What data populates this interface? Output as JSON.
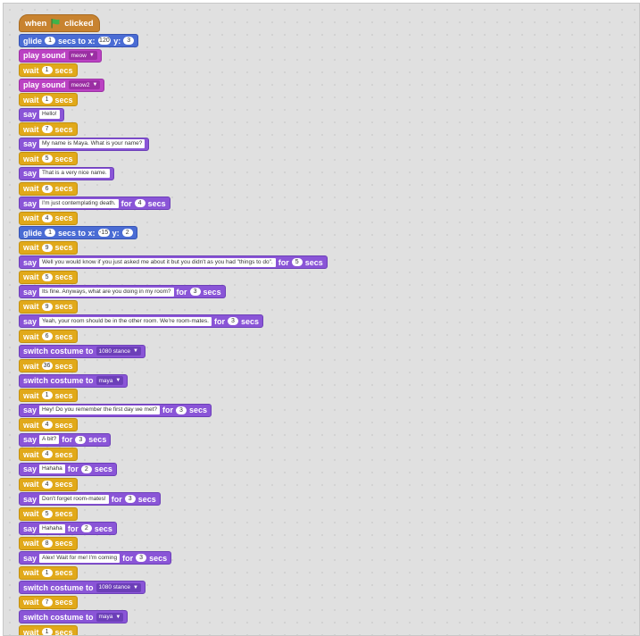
{
  "hat": {
    "label_when": "when",
    "label_clicked": "clicked"
  },
  "blocks": [
    {
      "type": "motion-glide",
      "parts": [
        {
          "k": "l",
          "v": "glide"
        },
        {
          "k": "n",
          "v": "1"
        },
        {
          "k": "l",
          "v": "secs to x:"
        },
        {
          "k": "n",
          "v": "120"
        },
        {
          "k": "l",
          "v": "y:"
        },
        {
          "k": "n",
          "v": "3"
        }
      ]
    },
    {
      "type": "sound-play",
      "parts": [
        {
          "k": "l",
          "v": "play sound"
        },
        {
          "k": "d",
          "v": "meow"
        }
      ]
    },
    {
      "type": "control-wait",
      "parts": [
        {
          "k": "l",
          "v": "wait"
        },
        {
          "k": "n",
          "v": "1"
        },
        {
          "k": "l",
          "v": "secs"
        }
      ]
    },
    {
      "type": "sound-play",
      "parts": [
        {
          "k": "l",
          "v": "play sound"
        },
        {
          "k": "d",
          "v": "meow2"
        }
      ]
    },
    {
      "type": "control-wait",
      "parts": [
        {
          "k": "l",
          "v": "wait"
        },
        {
          "k": "n",
          "v": "1"
        },
        {
          "k": "l",
          "v": "secs"
        }
      ]
    },
    {
      "type": "looks-say",
      "parts": [
        {
          "k": "l",
          "v": "say"
        },
        {
          "k": "t",
          "v": "Hello!"
        }
      ]
    },
    {
      "type": "control-wait",
      "parts": [
        {
          "k": "l",
          "v": "wait"
        },
        {
          "k": "n",
          "v": "7"
        },
        {
          "k": "l",
          "v": "secs"
        }
      ]
    },
    {
      "type": "looks-say",
      "parts": [
        {
          "k": "l",
          "v": "say"
        },
        {
          "k": "t",
          "v": "My name is Maya. What is your name?"
        }
      ]
    },
    {
      "type": "control-wait",
      "parts": [
        {
          "k": "l",
          "v": "wait"
        },
        {
          "k": "n",
          "v": "5"
        },
        {
          "k": "l",
          "v": "secs"
        }
      ]
    },
    {
      "type": "looks-say",
      "parts": [
        {
          "k": "l",
          "v": "say"
        },
        {
          "k": "t",
          "v": "That is a very nice name."
        }
      ]
    },
    {
      "type": "control-wait",
      "parts": [
        {
          "k": "l",
          "v": "wait"
        },
        {
          "k": "n",
          "v": "6"
        },
        {
          "k": "l",
          "v": "secs"
        }
      ]
    },
    {
      "type": "looks-say-for",
      "parts": [
        {
          "k": "l",
          "v": "say"
        },
        {
          "k": "t",
          "v": "I'm just contemplating death."
        },
        {
          "k": "l",
          "v": "for"
        },
        {
          "k": "n",
          "v": "4"
        },
        {
          "k": "l",
          "v": "secs"
        }
      ]
    },
    {
      "type": "control-wait",
      "parts": [
        {
          "k": "l",
          "v": "wait"
        },
        {
          "k": "n",
          "v": "4"
        },
        {
          "k": "l",
          "v": "secs"
        }
      ]
    },
    {
      "type": "motion-glide",
      "parts": [
        {
          "k": "l",
          "v": "glide"
        },
        {
          "k": "n",
          "v": "1"
        },
        {
          "k": "l",
          "v": "secs to x:"
        },
        {
          "k": "n",
          "v": "-15"
        },
        {
          "k": "l",
          "v": "y:"
        },
        {
          "k": "n",
          "v": "2"
        }
      ]
    },
    {
      "type": "control-wait",
      "parts": [
        {
          "k": "l",
          "v": "wait"
        },
        {
          "k": "n",
          "v": "9"
        },
        {
          "k": "l",
          "v": "secs"
        }
      ]
    },
    {
      "type": "looks-say-for",
      "parts": [
        {
          "k": "l",
          "v": "say"
        },
        {
          "k": "t",
          "v": "Well you would know if you just asked me about it but you didn't as you had \"things to do\"."
        },
        {
          "k": "l",
          "v": "for"
        },
        {
          "k": "n",
          "v": "5"
        },
        {
          "k": "l",
          "v": "secs"
        }
      ]
    },
    {
      "type": "control-wait",
      "parts": [
        {
          "k": "l",
          "v": "wait"
        },
        {
          "k": "n",
          "v": "5"
        },
        {
          "k": "l",
          "v": "secs"
        }
      ]
    },
    {
      "type": "looks-say-for",
      "parts": [
        {
          "k": "l",
          "v": "say"
        },
        {
          "k": "t",
          "v": "Its fine. Anyways, what are you doing in my room?"
        },
        {
          "k": "l",
          "v": "for"
        },
        {
          "k": "n",
          "v": "3"
        },
        {
          "k": "l",
          "v": "secs"
        }
      ]
    },
    {
      "type": "control-wait",
      "parts": [
        {
          "k": "l",
          "v": "wait"
        },
        {
          "k": "n",
          "v": "9"
        },
        {
          "k": "l",
          "v": "secs"
        }
      ]
    },
    {
      "type": "looks-say-for",
      "parts": [
        {
          "k": "l",
          "v": "say"
        },
        {
          "k": "t",
          "v": "Yeah, your room should be in the other room. We're room-mates."
        },
        {
          "k": "l",
          "v": "for"
        },
        {
          "k": "n",
          "v": "3"
        },
        {
          "k": "l",
          "v": "secs"
        }
      ]
    },
    {
      "type": "control-wait",
      "parts": [
        {
          "k": "l",
          "v": "wait"
        },
        {
          "k": "n",
          "v": "6"
        },
        {
          "k": "l",
          "v": "secs"
        }
      ]
    },
    {
      "type": "looks-costume",
      "parts": [
        {
          "k": "l",
          "v": "switch costume to"
        },
        {
          "k": "d",
          "v": "1080 stance"
        }
      ]
    },
    {
      "type": "control-wait",
      "parts": [
        {
          "k": "l",
          "v": "wait"
        },
        {
          "k": "n",
          "v": "36"
        },
        {
          "k": "l",
          "v": "secs"
        }
      ]
    },
    {
      "type": "looks-costume",
      "parts": [
        {
          "k": "l",
          "v": "switch costume to"
        },
        {
          "k": "d",
          "v": "maya"
        }
      ]
    },
    {
      "type": "control-wait",
      "parts": [
        {
          "k": "l",
          "v": "wait"
        },
        {
          "k": "n",
          "v": "1"
        },
        {
          "k": "l",
          "v": "secs"
        }
      ]
    },
    {
      "type": "looks-say-for",
      "parts": [
        {
          "k": "l",
          "v": "say"
        },
        {
          "k": "t",
          "v": "Hey! Do you remember the first day we met?"
        },
        {
          "k": "l",
          "v": "for"
        },
        {
          "k": "n",
          "v": "3"
        },
        {
          "k": "l",
          "v": "secs"
        }
      ]
    },
    {
      "type": "control-wait",
      "parts": [
        {
          "k": "l",
          "v": "wait"
        },
        {
          "k": "n",
          "v": "4"
        },
        {
          "k": "l",
          "v": "secs"
        }
      ]
    },
    {
      "type": "looks-say-for",
      "parts": [
        {
          "k": "l",
          "v": "say"
        },
        {
          "k": "t",
          "v": "A bit?"
        },
        {
          "k": "l",
          "v": "for"
        },
        {
          "k": "n",
          "v": "3"
        },
        {
          "k": "l",
          "v": "secs"
        }
      ]
    },
    {
      "type": "control-wait",
      "parts": [
        {
          "k": "l",
          "v": "wait"
        },
        {
          "k": "n",
          "v": "4"
        },
        {
          "k": "l",
          "v": "secs"
        }
      ]
    },
    {
      "type": "looks-say-for",
      "parts": [
        {
          "k": "l",
          "v": "say"
        },
        {
          "k": "t",
          "v": "Hahaha"
        },
        {
          "k": "l",
          "v": "for"
        },
        {
          "k": "n",
          "v": "2"
        },
        {
          "k": "l",
          "v": "secs"
        }
      ]
    },
    {
      "type": "control-wait",
      "parts": [
        {
          "k": "l",
          "v": "wait"
        },
        {
          "k": "n",
          "v": "4"
        },
        {
          "k": "l",
          "v": "secs"
        }
      ]
    },
    {
      "type": "looks-say-for",
      "parts": [
        {
          "k": "l",
          "v": "say"
        },
        {
          "k": "t",
          "v": "Don't forget room-mates!"
        },
        {
          "k": "l",
          "v": "for"
        },
        {
          "k": "n",
          "v": "3"
        },
        {
          "k": "l",
          "v": "secs"
        }
      ]
    },
    {
      "type": "control-wait",
      "parts": [
        {
          "k": "l",
          "v": "wait"
        },
        {
          "k": "n",
          "v": "5"
        },
        {
          "k": "l",
          "v": "secs"
        }
      ]
    },
    {
      "type": "looks-say-for",
      "parts": [
        {
          "k": "l",
          "v": "say"
        },
        {
          "k": "t",
          "v": "Hahaha"
        },
        {
          "k": "l",
          "v": "for"
        },
        {
          "k": "n",
          "v": "2"
        },
        {
          "k": "l",
          "v": "secs"
        }
      ]
    },
    {
      "type": "control-wait",
      "parts": [
        {
          "k": "l",
          "v": "wait"
        },
        {
          "k": "n",
          "v": "8"
        },
        {
          "k": "l",
          "v": "secs"
        }
      ]
    },
    {
      "type": "looks-say-for",
      "parts": [
        {
          "k": "l",
          "v": "say"
        },
        {
          "k": "t",
          "v": "Alex! Wait for me! I'm coming"
        },
        {
          "k": "l",
          "v": "for"
        },
        {
          "k": "n",
          "v": "3"
        },
        {
          "k": "l",
          "v": "secs"
        }
      ]
    },
    {
      "type": "control-wait",
      "parts": [
        {
          "k": "l",
          "v": "wait"
        },
        {
          "k": "n",
          "v": "1"
        },
        {
          "k": "l",
          "v": "secs"
        }
      ]
    },
    {
      "type": "looks-costume",
      "parts": [
        {
          "k": "l",
          "v": "switch costume to"
        },
        {
          "k": "d",
          "v": "1080 stance"
        }
      ]
    },
    {
      "type": "control-wait",
      "parts": [
        {
          "k": "l",
          "v": "wait"
        },
        {
          "k": "n",
          "v": "7"
        },
        {
          "k": "l",
          "v": "secs"
        }
      ]
    },
    {
      "type": "looks-costume",
      "parts": [
        {
          "k": "l",
          "v": "switch costume to"
        },
        {
          "k": "d",
          "v": "maya"
        }
      ]
    },
    {
      "type": "control-wait",
      "parts": [
        {
          "k": "l",
          "v": "wait"
        },
        {
          "k": "n",
          "v": "1"
        },
        {
          "k": "l",
          "v": "secs"
        }
      ]
    }
  ],
  "colors": {
    "control": "#e1a91a",
    "looks": "#8a55d7",
    "sound": "#bb42c3",
    "motion": "#4a6cd4",
    "events": "#c88330",
    "flag": "#3fb34a"
  },
  "icons": {
    "hat_flag": "green-flag-icon",
    "dropdown": "dropdown-arrow-icon"
  }
}
